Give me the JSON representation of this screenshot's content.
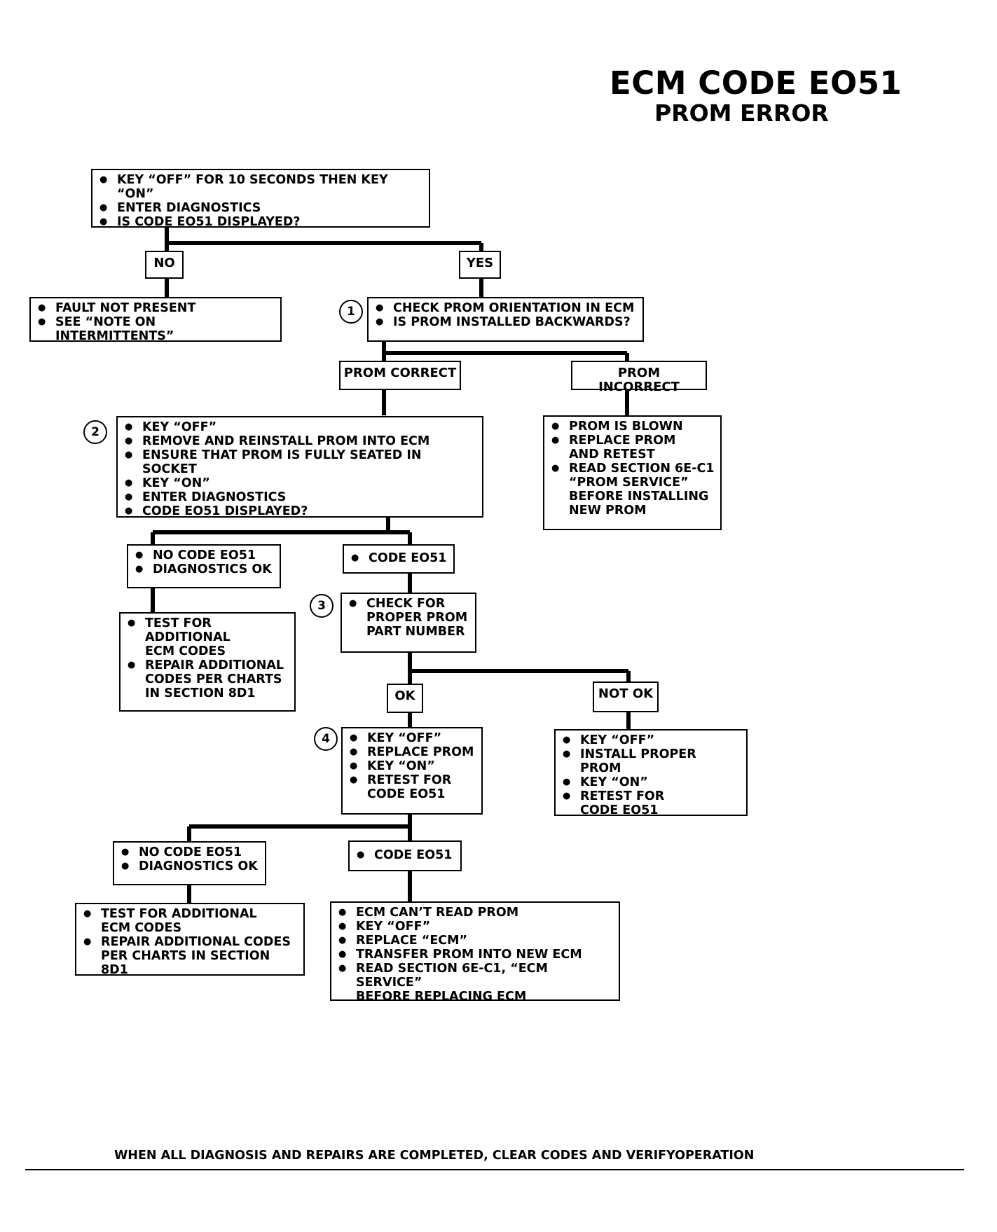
{
  "title": "ECM CODE EO51",
  "subtitle": "PROM ERROR",
  "boxes": {
    "start": [
      "KEY “OFF” FOR 10 SECONDS THEN KEY “ON”",
      "ENTER DIAGNOSTICS",
      "IS CODE EO51 DISPLAYED?"
    ],
    "fault": [
      "FAULT NOT PRESENT",
      "SEE “NOTE ON INTERMITTENTS”"
    ],
    "check_orientation": [
      "CHECK PROM ORIENTATION IN ECM",
      "IS PROM INSTALLED BACKWARDS?"
    ],
    "reinstall": [
      "KEY “OFF”",
      "REMOVE AND REINSTALL PROM INTO ECM",
      "ENSURE THAT PROM IS FULLY SEATED IN SOCKET",
      "KEY “ON”",
      "ENTER DIAGNOSTICS",
      "CODE EO51 DISPLAYED?"
    ],
    "blown_1": "PROM IS BLOWN",
    "blown_2a": "REPLACE PROM",
    "blown_2b": "AND RETEST",
    "blown_3a": "READ SECTION 6E-C1",
    "blown_3b": "“PROM SERVICE”",
    "blown_3c": "BEFORE INSTALLING",
    "blown_3d": "NEW PROM",
    "no_code_1": [
      "NO CODE EO51",
      "DIAGNOSTICS OK"
    ],
    "code_1": "CODE EO51",
    "test_add_1a": "TEST FOR",
    "test_add_1b": "ADDITIONAL",
    "test_add_1c": "ECM CODES",
    "test_add_2a": "REPAIR ADDITIONAL",
    "test_add_2b": "CODES PER CHARTS",
    "test_add_2c": "IN SECTION 8D1",
    "check_part_a": "CHECK FOR",
    "check_part_b": "PROPER PROM",
    "check_part_c": "PART NUMBER",
    "replace_prom_1": "KEY “OFF”",
    "replace_prom_2": "REPLACE PROM",
    "replace_prom_3": "KEY “ON”",
    "replace_prom_4a": "RETEST FOR",
    "replace_prom_4b": "CODE EO51",
    "proper_prom_1": "KEY “OFF”",
    "proper_prom_2": "INSTALL PROPER PROM",
    "proper_prom_3": "KEY “ON”",
    "proper_prom_4a": "RETEST FOR",
    "proper_prom_4b": "CODE EO51",
    "no_code_2": [
      "NO CODE EO51",
      "DIAGNOSTICS OK"
    ],
    "code_2": "CODE EO51",
    "test_add_b_1a": "TEST FOR ADDITIONAL",
    "test_add_b_1b": "ECM CODES",
    "test_add_b_2a": "REPAIR ADDITIONAL CODES",
    "test_add_b_2b": "PER CHARTS IN SECTION 8D1",
    "ecm_1": "ECM CAN’T READ PROM",
    "ecm_2": "KEY “OFF”",
    "ecm_3": "REPLACE “ECM”",
    "ecm_4": "TRANSFER PROM INTO NEW ECM",
    "ecm_5a": "READ SECTION 6E-C1, “ECM SERVICE”",
    "ecm_5b": "BEFORE REPLACING ECM"
  },
  "labels": {
    "no": "NO",
    "yes": "YES",
    "prom_correct": "PROM CORRECT",
    "prom_incorrect": "PROM INCORRECT",
    "ok": "OK",
    "not_ok": "NOT OK"
  },
  "steps": [
    "1",
    "2",
    "3",
    "4"
  ],
  "footer": "WHEN ALL DIAGNOSIS AND REPAIRS ARE COMPLETED, CLEAR CODES AND VERIFYOPERATION"
}
